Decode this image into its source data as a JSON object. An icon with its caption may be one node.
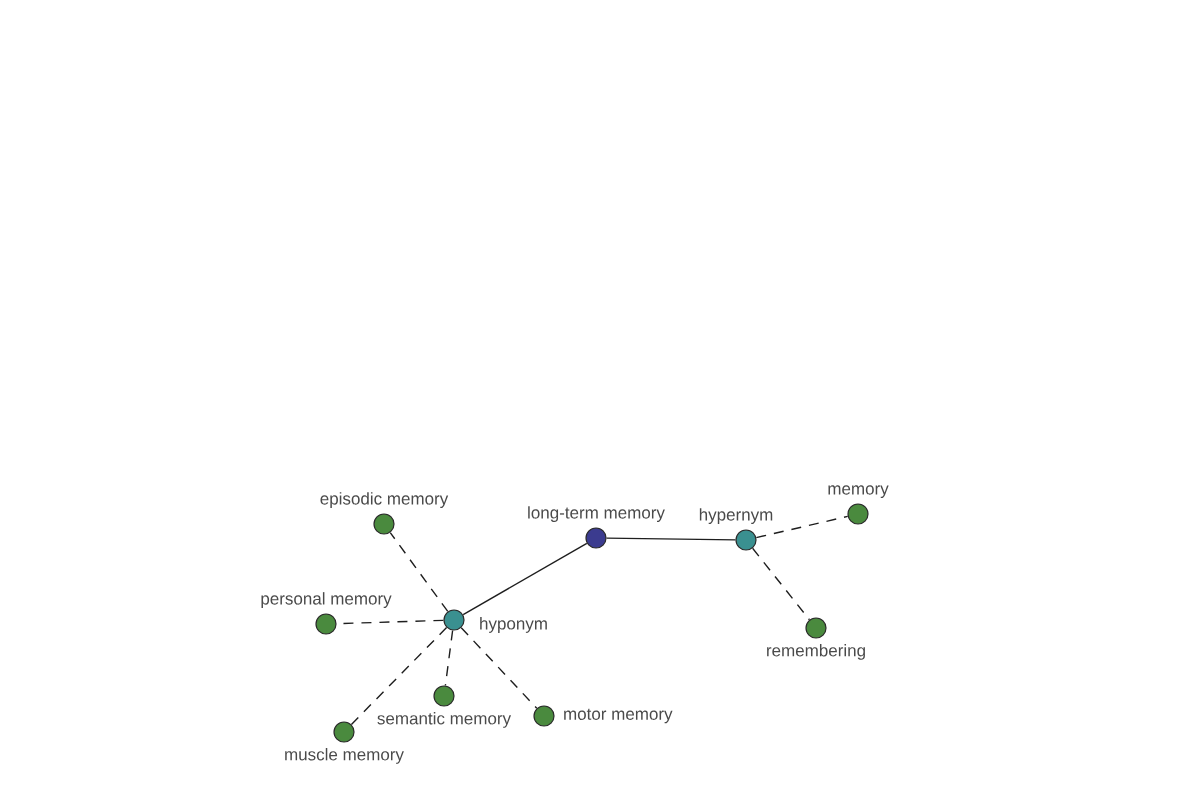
{
  "diagram": {
    "nodes": [
      {
        "text": [
          "episodic memory"
        ]
      },
      {
        "text": [
          "memory"
        ]
      },
      {
        "text": [
          "long-term memory"
        ]
      },
      {
        "text": [
          "hypernym"
        ]
      },
      {
        "text": [
          "personal memory"
        ]
      },
      {
        "text": [
          "hyponym"
        ]
      },
      {
        "text": [
          "remembering"
        ]
      },
      {
        "text": [
          "semantic memory"
        ]
      },
      {
        "text": [
          "motor memory"
        ]
      },
      {
        "text": [
          "muscle memory"
        ]
      }
    ],
    "edges": [
      {
        "from": 2,
        "to": 3,
        "arrow": "none"
      },
      {
        "from": 2,
        "to": 5,
        "arrow": "none"
      },
      {
        "from": 3,
        "to": 1,
        "arrow": "none",
        "style": "dashed"
      },
      {
        "from": 3,
        "to": 6,
        "arrow": "none",
        "style": "dashed"
      },
      {
        "from": 5,
        "to": 0,
        "arrow": "none",
        "style": "dashed"
      },
      {
        "from": 5,
        "to": 4,
        "arrow": "none",
        "style": "dashed"
      },
      {
        "from": 5,
        "to": 7,
        "arrow": "none",
        "style": "dashed"
      },
      {
        "from": 5,
        "to": 8,
        "arrow": "none",
        "style": "dashed"
      },
      {
        "from": 5,
        "to": 9,
        "arrow": "none",
        "style": "dashed"
      }
    ]
  }
}
